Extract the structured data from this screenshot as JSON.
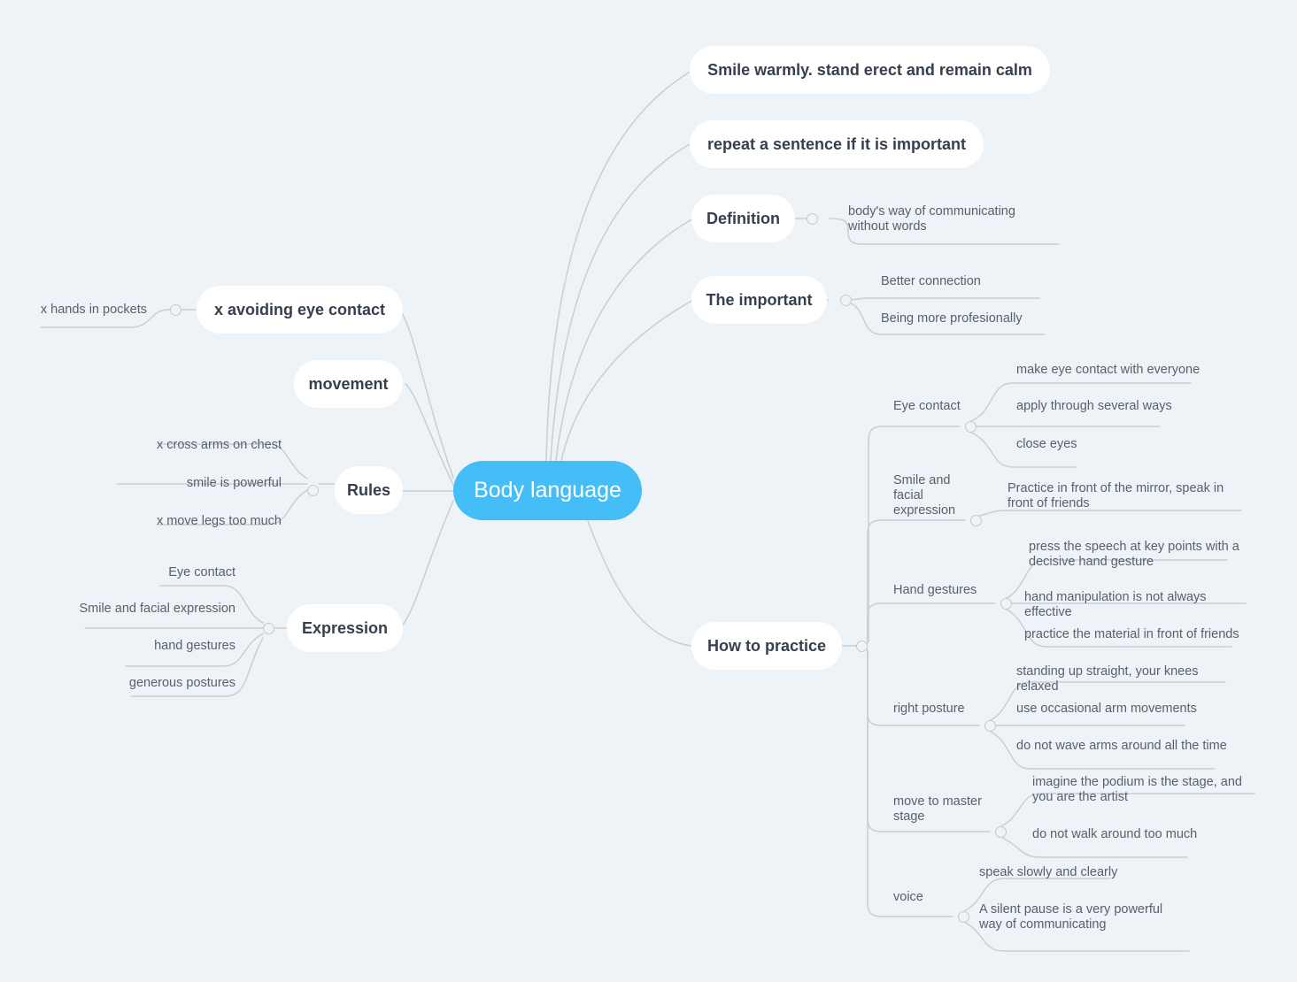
{
  "canvas": {
    "background": "#eef3f7",
    "line_color": "#c7ced4",
    "node_text_color": "#363f4d",
    "leaf_text_color": "#58606b",
    "root_color": "#45bdf7",
    "node_bg": "#ffffff"
  },
  "root": {
    "label": "Body language"
  },
  "branches": {
    "smile_warmly": {
      "label": "Smile warmly. stand erect and remain calm"
    },
    "repeat_sentence": {
      "label": "repeat a sentence if it is important"
    },
    "definition": {
      "label": "Definition",
      "children": [
        {
          "label": "body's way of communicating without words"
        }
      ]
    },
    "the_important": {
      "label": "The important",
      "children": [
        {
          "label": "Better connection"
        },
        {
          "label": "Being more profesionally"
        }
      ]
    },
    "how_to_practice": {
      "label": "How to practice",
      "children": [
        {
          "label": "Eye contact",
          "children": [
            {
              "label": "make eye contact with everyone"
            },
            {
              "label": "apply through several ways"
            },
            {
              "label": "close eyes"
            }
          ]
        },
        {
          "label": "Smile and facial expression",
          "children": [
            {
              "label": "Practice in front of the mirror, speak in front of friends"
            }
          ]
        },
        {
          "label": "Hand gestures",
          "children": [
            {
              "label": "press the speech at key points with a decisive hand gesture"
            },
            {
              "label": "hand manipulation is not always effective"
            },
            {
              "label": "practice the material in front of friends"
            }
          ]
        },
        {
          "label": "right posture",
          "children": [
            {
              "label": "standing up straight, your knees relaxed"
            },
            {
              "label": "use occasional arm movements"
            },
            {
              "label": "do not wave arms around all the time"
            }
          ]
        },
        {
          "label": "move to master stage",
          "children": [
            {
              "label": "imagine the podium is the stage, and you are the artist"
            },
            {
              "label": "do not walk around too much"
            }
          ]
        },
        {
          "label": "voice",
          "children": [
            {
              "label": "speak slowly and clearly"
            },
            {
              "label": "A silent pause is a very powerful way of communicating"
            }
          ]
        }
      ]
    },
    "avoiding_eye_contact": {
      "label": "x avoiding eye contact",
      "children": [
        {
          "label": "x hands in pockets"
        }
      ]
    },
    "movement": {
      "label": "movement"
    },
    "rules": {
      "label": "Rules",
      "children": [
        {
          "label": "x cross arms on chest"
        },
        {
          "label": "smile is powerful"
        },
        {
          "label": "x move legs too much"
        }
      ]
    },
    "expression": {
      "label": "Expression",
      "children": [
        {
          "label": "Eye contact"
        },
        {
          "label": "Smile and facial expression"
        },
        {
          "label": "hand gestures"
        },
        {
          "label": "generous postures"
        }
      ]
    }
  }
}
